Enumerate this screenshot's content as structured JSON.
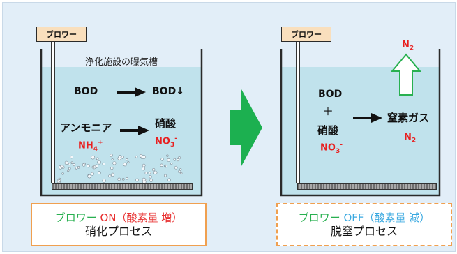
{
  "left_panel": {
    "blower_label": "ブロワー",
    "tank_title": "浄化施設の曝気槽",
    "row1_from": "BOD",
    "row1_to": "BOD↓",
    "row2_from": "アンモニア",
    "row2_from_formula": "NH",
    "row2_from_sub": "4",
    "row2_from_sup": "+",
    "row2_to": "硝酸",
    "row2_to_formula": "NO",
    "row2_to_sub": "3",
    "row2_to_sup": "-",
    "caption_blower": "ブロワー",
    "caption_state": "ON",
    "caption_note": "（酸素量 増）",
    "caption_process": "硝化プロセス"
  },
  "right_panel": {
    "blower_label": "ブロワー",
    "gas_top_formula": "N",
    "gas_top_sub": "2",
    "input_1": "BOD",
    "plus": "＋",
    "input_2": "硝酸",
    "input_2_formula": "NO",
    "input_2_sub": "3",
    "input_2_sup": "-",
    "output": "窒素ガス",
    "output_formula": "N",
    "output_sub": "2",
    "caption_blower": "ブロワー",
    "caption_state": "OFF",
    "caption_note": "（酸素量 減）",
    "caption_process": "脱窒プロセス"
  },
  "colors": {
    "panel_background": "#e2eef8",
    "water": "#c0e2ec",
    "blower_box": "#f9dfbd",
    "caption_border": "#f0a050",
    "caption_blower_text": "#28b050",
    "on_text": "#e83030",
    "off_text": "#38a8e0",
    "formula_red": "#e82020",
    "transition_arrow": "#1cb050"
  }
}
